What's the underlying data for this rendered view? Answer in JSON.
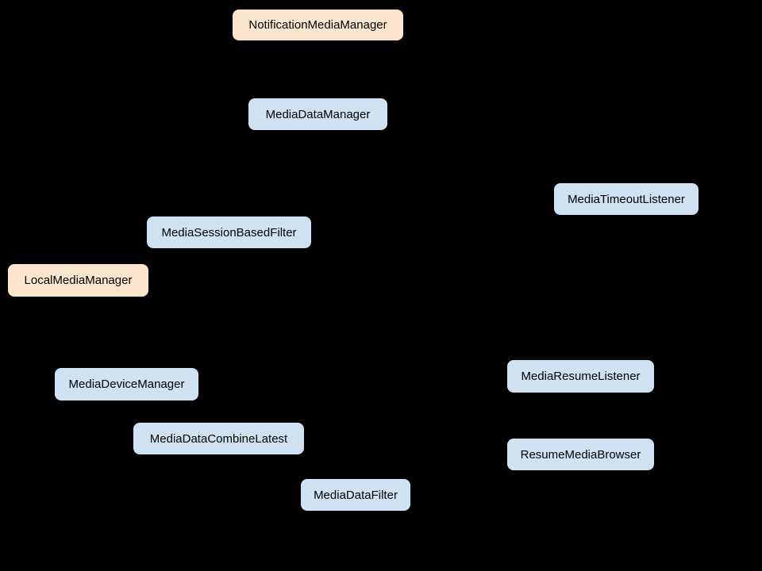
{
  "diagram": {
    "background_color": "#000000",
    "palette": {
      "manager_node_fill": "#fce5cd",
      "component_node_fill": "#cfe2f3",
      "node_text_color": "#000000"
    },
    "nodes": [
      {
        "label": "NotificationMediaManager",
        "kind": "manager"
      },
      {
        "label": "MediaDataManager",
        "kind": "component"
      },
      {
        "label": "MediaTimeoutListener",
        "kind": "component"
      },
      {
        "label": "MediaSessionBasedFilter",
        "kind": "component"
      },
      {
        "label": "LocalMediaManager",
        "kind": "manager"
      },
      {
        "label": "MediaDeviceManager",
        "kind": "component"
      },
      {
        "label": "MediaResumeListener",
        "kind": "component"
      },
      {
        "label": "MediaDataCombineLatest",
        "kind": "component"
      },
      {
        "label": "ResumeMediaBrowser",
        "kind": "component"
      },
      {
        "label": "MediaDataFilter",
        "kind": "component"
      }
    ]
  }
}
